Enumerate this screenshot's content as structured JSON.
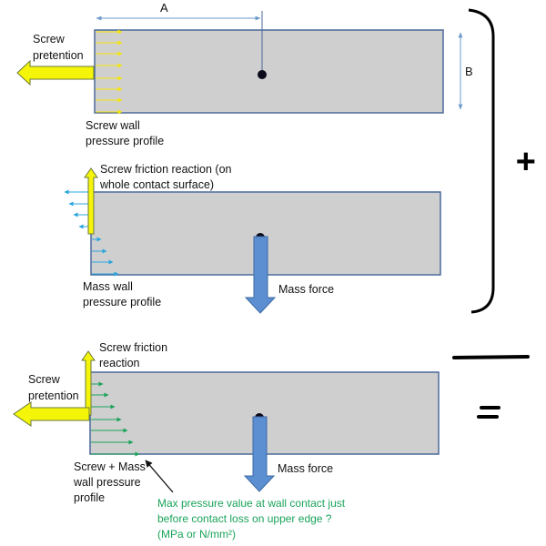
{
  "panel1": {
    "dimension_a": "A",
    "dimension_b": "B",
    "pretention_label": [
      "Screw",
      "pretention"
    ],
    "pressure_label": [
      "Screw wall",
      "pressure profile"
    ]
  },
  "panel2": {
    "friction_label": [
      "Screw friction reaction (on",
      "whole contact surface)"
    ],
    "pressure_label": [
      "Mass wall",
      "pressure profile"
    ],
    "mass_force_label": "Mass force"
  },
  "panel3": {
    "friction_label": [
      "Screw friction",
      "reaction"
    ],
    "pretention_label": [
      "Screw",
      "pretention"
    ],
    "pressure_label": [
      "Screw + Mass",
      "wall pressure",
      "profile"
    ],
    "mass_force_label": "Mass force",
    "question": [
      "Max pressure value at wall contact just",
      "before contact loss on upper edge ?",
      "(MPa or N/mm²)"
    ]
  },
  "operators": {
    "plus": "+",
    "equals": "="
  },
  "colors": {
    "block_fill": "#d0cfd0",
    "block_stroke": "#4a6a9a",
    "yellow": "#f5f50a",
    "blue_force": "#5b8fd1",
    "blue_pressure": "#2aa5dc",
    "green_pressure": "#1aa35a",
    "dimension": "#6a9ac8"
  }
}
